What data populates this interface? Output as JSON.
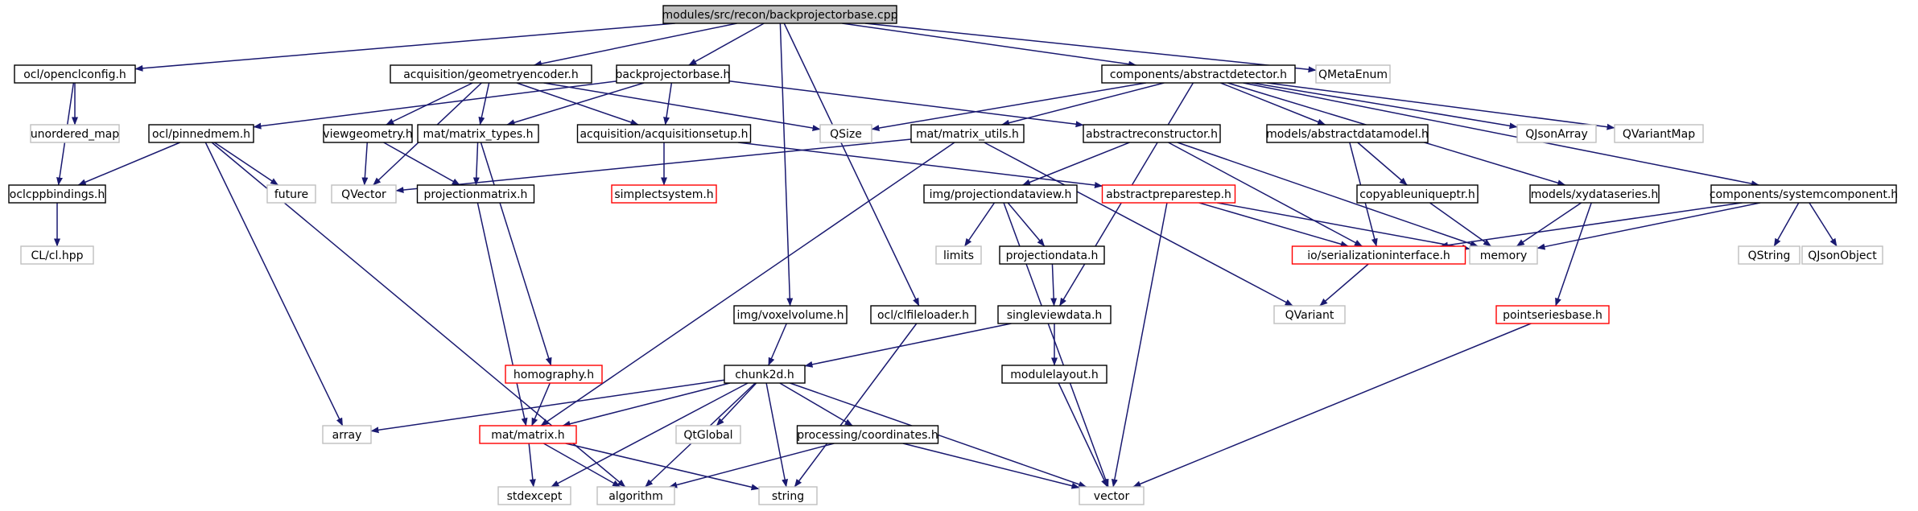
{
  "colors": {
    "edge": "#191970",
    "root_fill": "#bfbfbf",
    "normal_stroke": "#000000",
    "external_stroke": "#bfbfbf",
    "incomplete_stroke": "#ff0000",
    "node_fill": "#ffffff"
  },
  "nodes": {
    "root": {
      "label": "modules/src/recon/backprojectorbase.cpp",
      "kind": "root"
    },
    "openclconfig": {
      "label": "ocl/openclconfig.h",
      "kind": "normal"
    },
    "unordered_map": {
      "label": "unordered_map",
      "kind": "external"
    },
    "oclcppbindings": {
      "label": "oclcppbindings.h",
      "kind": "normal"
    },
    "cl_hpp": {
      "label": "CL/cl.hpp",
      "kind": "external"
    },
    "geometryencoder": {
      "label": "acquisition/geometryencoder.h",
      "kind": "normal"
    },
    "backprojectorbase_h": {
      "label": "backprojectorbase.h",
      "kind": "normal"
    },
    "pinnedmem": {
      "label": "ocl/pinnedmem.h",
      "kind": "normal"
    },
    "future": {
      "label": "future",
      "kind": "external"
    },
    "qvector": {
      "label": "QVector",
      "kind": "external"
    },
    "viewgeometry": {
      "label": "viewgeometry.h",
      "kind": "normal"
    },
    "matrix_types": {
      "label": "mat/matrix_types.h",
      "kind": "normal"
    },
    "acquisitionsetup": {
      "label": "acquisition/acquisitionsetup.h",
      "kind": "normal"
    },
    "qsize": {
      "label": "QSize",
      "kind": "external"
    },
    "projectionmatrix": {
      "label": "projectionmatrix.h",
      "kind": "normal"
    },
    "simplectsystem": {
      "label": "simplectsystem.h",
      "kind": "incomplete"
    },
    "abstractdetector": {
      "label": "components/abstractdetector.h",
      "kind": "normal"
    },
    "qmetaenum": {
      "label": "QMetaEnum",
      "kind": "external"
    },
    "matrix_utils": {
      "label": "mat/matrix_utils.h",
      "kind": "normal"
    },
    "abstractreconstructor": {
      "label": "abstractreconstructor.h",
      "kind": "normal"
    },
    "abstractdatamodel": {
      "label": "models/abstractdatamodel.h",
      "kind": "normal"
    },
    "qjsonarray": {
      "label": "QJsonArray",
      "kind": "external"
    },
    "qvariantmap": {
      "label": "QVariantMap",
      "kind": "external"
    },
    "projectiondataview": {
      "label": "img/projectiondataview.h",
      "kind": "normal"
    },
    "abstractpreparestep": {
      "label": "abstractpreparestep.h",
      "kind": "incomplete"
    },
    "copyableuniqueptr": {
      "label": "copyableuniqueptr.h",
      "kind": "normal"
    },
    "xydataseries": {
      "label": "models/xydataseries.h",
      "kind": "normal"
    },
    "systemcomponent": {
      "label": "components/systemcomponent.h",
      "kind": "normal"
    },
    "limits": {
      "label": "limits",
      "kind": "external"
    },
    "projectiondata": {
      "label": "projectiondata.h",
      "kind": "normal"
    },
    "serializationinterface": {
      "label": "io/serializationinterface.h",
      "kind": "incomplete"
    },
    "memory": {
      "label": "memory",
      "kind": "external"
    },
    "qstring": {
      "label": "QString",
      "kind": "external"
    },
    "qjsonobject": {
      "label": "QJsonObject",
      "kind": "external"
    },
    "qvariant": {
      "label": "QVariant",
      "kind": "external"
    },
    "voxelvolume": {
      "label": "img/voxelvolume.h",
      "kind": "normal"
    },
    "clfileloader": {
      "label": "ocl/clfileloader.h",
      "kind": "normal"
    },
    "singleviewdata": {
      "label": "singleviewdata.h",
      "kind": "normal"
    },
    "pointseriesbase": {
      "label": "pointseriesbase.h",
      "kind": "incomplete"
    },
    "homography": {
      "label": "homography.h",
      "kind": "incomplete"
    },
    "modulelayout": {
      "label": "modulelayout.h",
      "kind": "normal"
    },
    "chunk2d": {
      "label": "chunk2d.h",
      "kind": "normal"
    },
    "array": {
      "label": "array",
      "kind": "external"
    },
    "matrix_h": {
      "label": "mat/matrix.h",
      "kind": "incomplete"
    },
    "qtglobal": {
      "label": "QtGlobal",
      "kind": "external"
    },
    "coordinates": {
      "label": "processing/coordinates.h",
      "kind": "normal"
    },
    "stdexcept": {
      "label": "stdexcept",
      "kind": "external"
    },
    "algorithm": {
      "label": "algorithm",
      "kind": "external"
    },
    "string": {
      "label": "string",
      "kind": "external"
    },
    "vector": {
      "label": "vector",
      "kind": "external"
    }
  },
  "edges": [
    [
      "root",
      "openclconfig"
    ],
    [
      "root",
      "geometryencoder"
    ],
    [
      "root",
      "backprojectorbase_h"
    ],
    [
      "root",
      "abstractdetector"
    ],
    [
      "root",
      "qmetaenum"
    ],
    [
      "root",
      "voxelvolume"
    ],
    [
      "root",
      "clfileloader"
    ],
    [
      "openclconfig",
      "unordered_map"
    ],
    [
      "openclconfig",
      "oclcppbindings"
    ],
    [
      "oclcppbindings",
      "cl_hpp"
    ],
    [
      "geometryencoder",
      "viewgeometry"
    ],
    [
      "geometryencoder",
      "matrix_types"
    ],
    [
      "geometryencoder",
      "acquisitionsetup"
    ],
    [
      "geometryencoder",
      "qsize"
    ],
    [
      "geometryencoder",
      "qvector"
    ],
    [
      "backprojectorbase_h",
      "pinnedmem"
    ],
    [
      "backprojectorbase_h",
      "matrix_types"
    ],
    [
      "backprojectorbase_h",
      "acquisitionsetup"
    ],
    [
      "backprojectorbase_h",
      "abstractreconstructor"
    ],
    [
      "pinnedmem",
      "oclcppbindings"
    ],
    [
      "pinnedmem",
      "future"
    ],
    [
      "pinnedmem",
      "array"
    ],
    [
      "pinnedmem",
      "algorithm"
    ],
    [
      "viewgeometry",
      "qvector"
    ],
    [
      "viewgeometry",
      "projectionmatrix"
    ],
    [
      "matrix_types",
      "projectionmatrix"
    ],
    [
      "matrix_types",
      "homography"
    ],
    [
      "acquisitionsetup",
      "simplectsystem"
    ],
    [
      "acquisitionsetup",
      "abstractpreparestep"
    ],
    [
      "projectionmatrix",
      "matrix_h"
    ],
    [
      "abstractdetector",
      "qsize"
    ],
    [
      "abstractdetector",
      "matrix_utils"
    ],
    [
      "abstractdetector",
      "abstractdatamodel"
    ],
    [
      "abstractdetector",
      "qjsonarray"
    ],
    [
      "abstractdetector",
      "qvariantmap"
    ],
    [
      "abstractdetector",
      "xydataseries"
    ],
    [
      "abstractdetector",
      "systemcomponent"
    ],
    [
      "abstractdetector",
      "singleviewdata"
    ],
    [
      "matrix_utils",
      "qvector"
    ],
    [
      "matrix_utils",
      "matrix_h"
    ],
    [
      "matrix_utils",
      "qvariant"
    ],
    [
      "abstractreconstructor",
      "projectiondataview"
    ],
    [
      "abstractreconstructor",
      "serializationinterface"
    ],
    [
      "abstractreconstructor",
      "memory"
    ],
    [
      "abstractdatamodel",
      "copyableuniqueptr"
    ],
    [
      "abstractdatamodel",
      "serializationinterface"
    ],
    [
      "copyableuniqueptr",
      "memory"
    ],
    [
      "xydataseries",
      "memory"
    ],
    [
      "xydataseries",
      "pointseriesbase"
    ],
    [
      "systemcomponent",
      "serializationinterface"
    ],
    [
      "systemcomponent",
      "memory"
    ],
    [
      "systemcomponent",
      "qstring"
    ],
    [
      "systemcomponent",
      "qjsonobject"
    ],
    [
      "projectiondataview",
      "limits"
    ],
    [
      "projectiondataview",
      "projectiondata"
    ],
    [
      "projectiondataview",
      "vector"
    ],
    [
      "abstractpreparestep",
      "serializationinterface"
    ],
    [
      "abstractpreparestep",
      "memory"
    ],
    [
      "abstractpreparestep",
      "vector"
    ],
    [
      "serializationinterface",
      "qvariant"
    ],
    [
      "projectiondata",
      "singleviewdata"
    ],
    [
      "voxelvolume",
      "chunk2d"
    ],
    [
      "clfileloader",
      "string"
    ],
    [
      "singleviewdata",
      "chunk2d"
    ],
    [
      "singleviewdata",
      "modulelayout"
    ],
    [
      "pointseriesbase",
      "vector"
    ],
    [
      "homography",
      "matrix_h"
    ],
    [
      "modulelayout",
      "vector"
    ],
    [
      "chunk2d",
      "array"
    ],
    [
      "chunk2d",
      "matrix_h"
    ],
    [
      "chunk2d",
      "qtglobal"
    ],
    [
      "chunk2d",
      "coordinates"
    ],
    [
      "chunk2d",
      "stdexcept"
    ],
    [
      "chunk2d",
      "algorithm"
    ],
    [
      "chunk2d",
      "string"
    ],
    [
      "chunk2d",
      "vector"
    ],
    [
      "matrix_h",
      "stdexcept"
    ],
    [
      "matrix_h",
      "algorithm"
    ],
    [
      "matrix_h",
      "string"
    ],
    [
      "coordinates",
      "algorithm"
    ],
    [
      "coordinates",
      "vector"
    ]
  ]
}
